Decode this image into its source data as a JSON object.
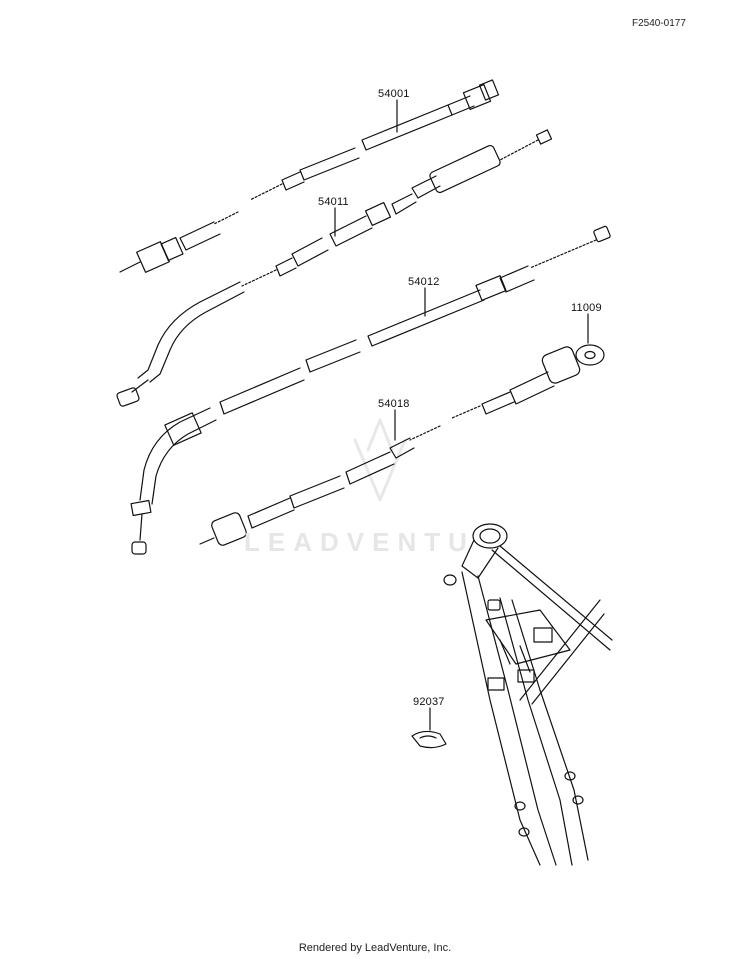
{
  "figure_code": "F2540-0177",
  "footer": "Rendered by LeadVenture, Inc.",
  "watermark": "LEADVENTU",
  "callouts": [
    {
      "id": "cable-54001",
      "label": "54001"
    },
    {
      "id": "cable-54011",
      "label": "54011"
    },
    {
      "id": "cable-54012",
      "label": "54012"
    },
    {
      "id": "cable-54018",
      "label": "54018"
    },
    {
      "id": "washer-11009",
      "label": "11009"
    },
    {
      "id": "clamp-92037",
      "label": "92037"
    }
  ],
  "colors": {
    "line": "#111111",
    "watermark": "#e6e6e6"
  }
}
